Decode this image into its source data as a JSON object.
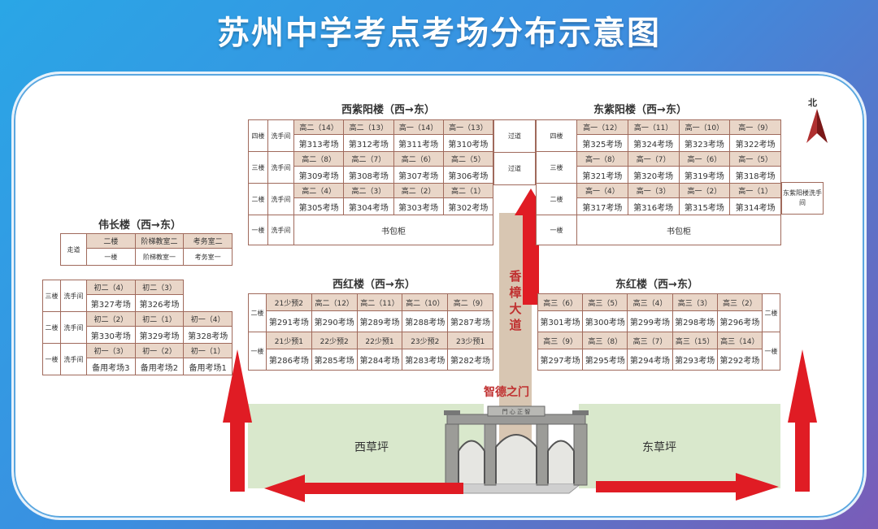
{
  "title": "苏州中学考点考场分布示意图",
  "north": "北",
  "colors": {
    "arrow": "#e01c24",
    "brown": "#a06a5c",
    "cell": "#e9d6c8",
    "lawn": "#d9e8cc",
    "road": "#d8c6b2"
  },
  "road_text": [
    "香",
    "樟",
    "大",
    "道"
  ],
  "gate": "智德之门",
  "lawn_west": "西草坪",
  "lawn_east": "东草坪",
  "xiziyang": {
    "title": "西紫阳楼（西→东）",
    "floors": [
      "四楼",
      "三楼",
      "二楼",
      "一楼"
    ],
    "wash": "洗手间",
    "corridor": "过道",
    "bookcase": "书包柜",
    "rows": [
      {
        "cls": [
          "高二（14）",
          "高二（13）",
          "高一（14）",
          "高一（13）"
        ],
        "rooms": [
          "第313考场",
          "第312考场",
          "第311考场",
          "第310考场"
        ]
      },
      {
        "cls": [
          "高二（8）",
          "高二（7）",
          "高二（6）",
          "高二（5）"
        ],
        "rooms": [
          "第309考场",
          "第308考场",
          "第307考场",
          "第306考场"
        ]
      },
      {
        "cls": [
          "高二（4）",
          "高二（3）",
          "高二（2）",
          "高二（1）"
        ],
        "rooms": [
          "第305考场",
          "第304考场",
          "第303考场",
          "第302考场"
        ]
      }
    ]
  },
  "dongziyang": {
    "title": "东紫阳楼（西→东）",
    "floors": [
      "四楼",
      "三楼",
      "二楼",
      "一楼"
    ],
    "bookcase": "书包柜",
    "wash": "东紫阳楼洗手间",
    "rows": [
      {
        "cls": [
          "高一（12）",
          "高一（11）",
          "高一（10）",
          "高一（9）"
        ],
        "rooms": [
          "第325考场",
          "第324考场",
          "第323考场",
          "第322考场"
        ]
      },
      {
        "cls": [
          "高一（8）",
          "高一（7）",
          "高一（6）",
          "高一（5）"
        ],
        "rooms": [
          "第321考场",
          "第320考场",
          "第319考场",
          "第318考场"
        ]
      },
      {
        "cls": [
          "高一（4）",
          "高一（3）",
          "高一（2）",
          "高一（1）"
        ],
        "rooms": [
          "第317考场",
          "第316考场",
          "第315考场",
          "第314考场"
        ]
      }
    ]
  },
  "weichang": {
    "title": "伟长楼（西→东）",
    "corridor": "走道",
    "wash": "洗手间",
    "floors": [
      "三楼",
      "二楼",
      "一楼"
    ],
    "top_rows": [
      [
        "二楼",
        "阶梯教室二",
        "考务室二"
      ],
      [
        "一楼",
        "阶梯教室一",
        "考务室一"
      ]
    ],
    "rows": [
      {
        "cls": [
          "初二（4）",
          "初二（3）",
          ""
        ],
        "rooms": [
          "第327考场",
          "第326考场",
          ""
        ]
      },
      {
        "cls": [
          "初二（2）",
          "初二（1）",
          "初一（4）"
        ],
        "rooms": [
          "第330考场",
          "第329考场",
          "第328考场"
        ]
      },
      {
        "cls": [
          "初一（3）",
          "初一（2）",
          "初一（1）"
        ],
        "rooms": [
          "备用考场3",
          "备用考场2",
          "备用考场1"
        ]
      }
    ]
  },
  "xihong": {
    "title": "西红楼（西→东）",
    "floors": [
      "二楼",
      "一楼"
    ],
    "rows": [
      {
        "cls": [
          "21少预2",
          "高二（12）",
          "高二（11）",
          "高二（10）",
          "高二（9）"
        ],
        "rooms": [
          "第291考场",
          "第290考场",
          "第289考场",
          "第288考场",
          "第287考场"
        ]
      },
      {
        "cls": [
          "21少预1",
          "22少预2",
          "22少预1",
          "23少预2",
          "23少预1"
        ],
        "rooms": [
          "第286考场",
          "第285考场",
          "第284考场",
          "第283考场",
          "第282考场"
        ]
      }
    ]
  },
  "donghong": {
    "title": "东红楼（西→东）",
    "floors": [
      "二楼",
      "一楼"
    ],
    "rows": [
      {
        "cls": [
          "高三（6）",
          "高三（5）",
          "高三（4）",
          "高三（3）",
          "高三（2）"
        ],
        "rooms": [
          "第301考场",
          "第300考场",
          "第299考场",
          "第298考场",
          "第296考场"
        ]
      },
      {
        "cls": [
          "高三（9）",
          "高三（8）",
          "高三（7）",
          "高三（15）",
          "高三（14）"
        ],
        "rooms": [
          "第297考场",
          "第295考场",
          "第294考场",
          "第293考场",
          "第292考场"
        ]
      }
    ]
  }
}
